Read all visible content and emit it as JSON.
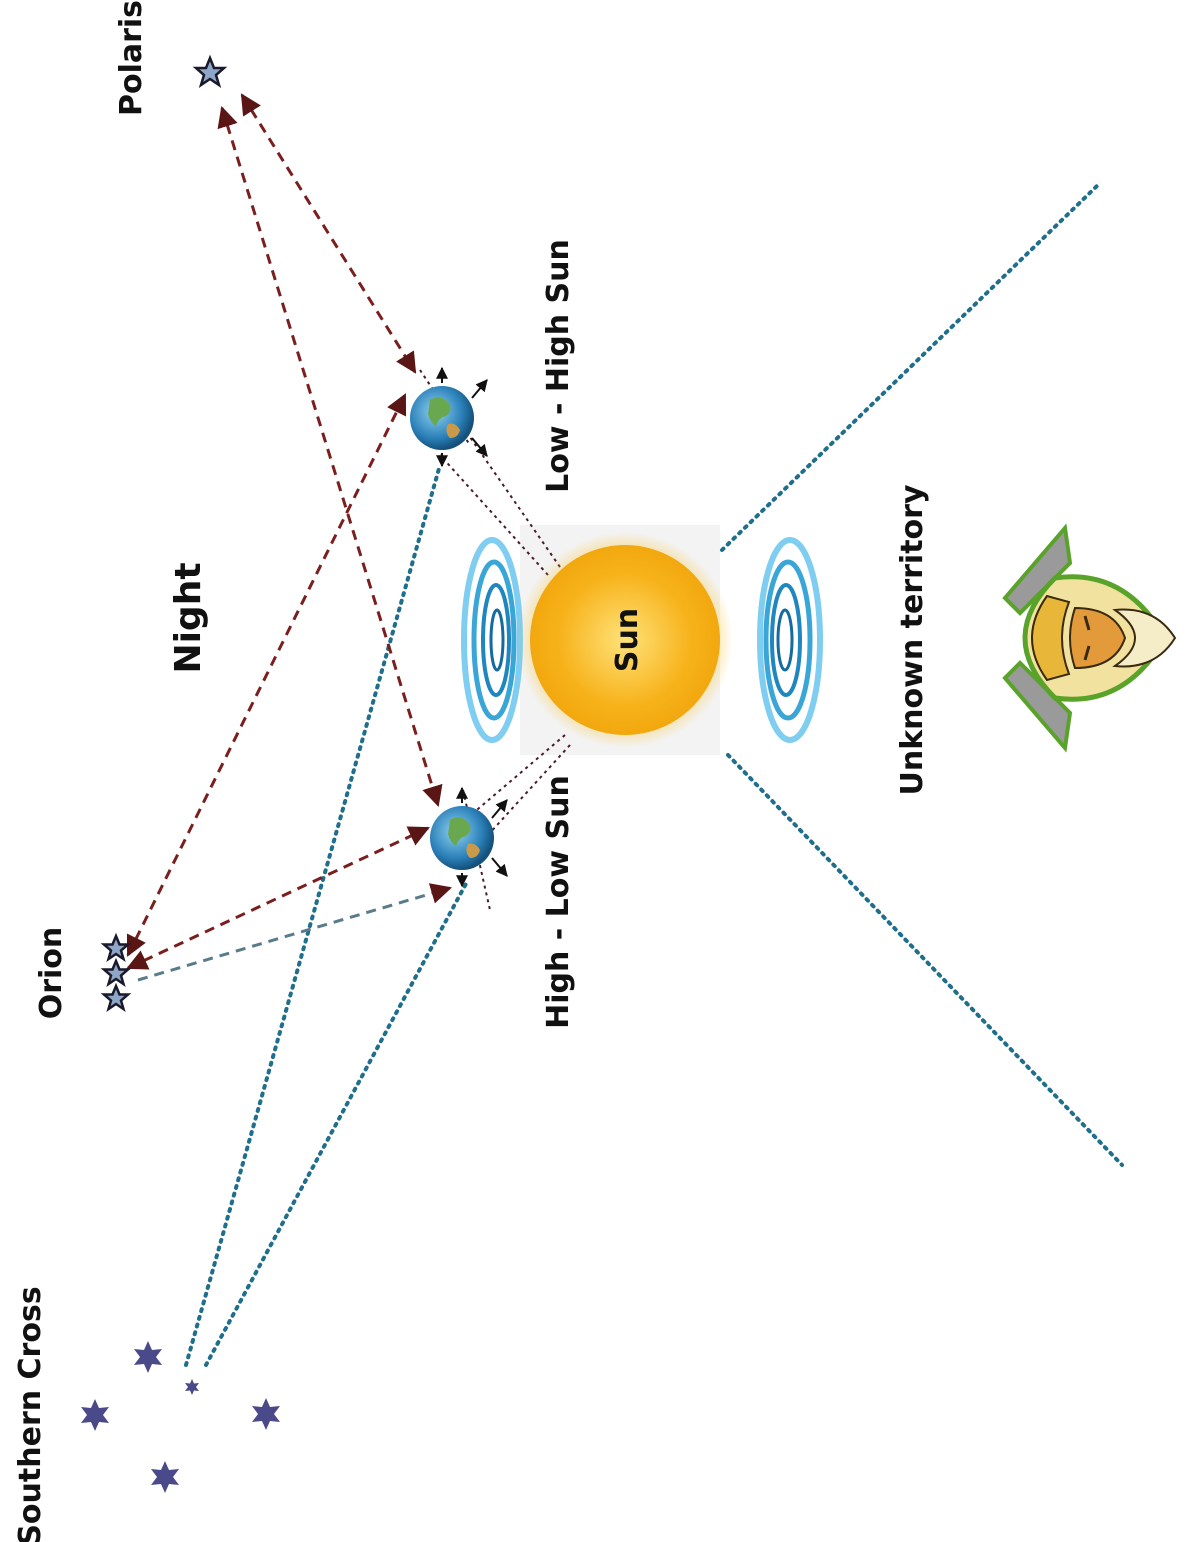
{
  "labels": {
    "polaris": "Polaris",
    "low_high_sun": "Low - High Sun",
    "night": "Night",
    "sun": "Sun",
    "unknown_territory": "Unknown territory",
    "high_low_sun": "High - Low Sun",
    "orion": "Orion",
    "southern_cross": "Southern Cross"
  },
  "colors": {
    "sight_line_red": "#7a1e1e",
    "sight_line_blue": "#1f6e8c",
    "sight_line_gray": "#5a7b8a",
    "star_fill": "#4a4a8a",
    "sun": "#f7b21a",
    "vortex": "#3aa6d8",
    "emblem_gold": "#e8b73a",
    "emblem_green": "#5aa32a"
  },
  "icons": {
    "polaris": "star-icon",
    "orion": "star-icon",
    "southern_cross": "star-icon",
    "earth": "earth-globe-icon",
    "vortex": "spiral-vortex-icon",
    "emblem": "winged-bearded-face-emblem"
  }
}
